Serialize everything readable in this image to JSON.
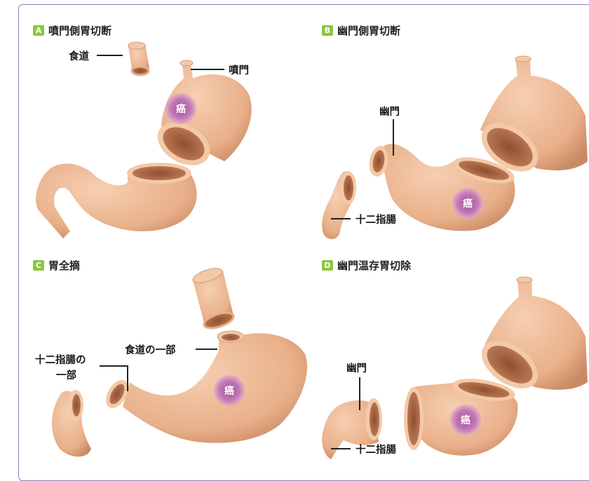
{
  "panels": {
    "A": {
      "badge": "A",
      "title": "噴門側胃切断",
      "labels": {
        "esophagus": "食道",
        "cardia": "噴門"
      },
      "cancer": "癌"
    },
    "B": {
      "badge": "B",
      "title": "幽門側胃切断",
      "labels": {
        "pylorus": "幽門",
        "duodenum": "十二指腸"
      },
      "cancer": "癌"
    },
    "C": {
      "badge": "C",
      "title": "胃全摘",
      "labels": {
        "esophagus_part": "食道の一部",
        "duodenum_part_line1": "十二指腸の",
        "duodenum_part_line2": "一部"
      },
      "cancer": "癌"
    },
    "D": {
      "badge": "D",
      "title": "幽門温存胃切除",
      "labels": {
        "pylorus": "幽門",
        "duodenum": "十二指腸"
      },
      "cancer": "癌"
    }
  },
  "colors": {
    "tissue": "#e9b08a",
    "tissue_dark": "#c98a63",
    "lumen": "#b9754f",
    "cancer": "#b565a5",
    "badge": "#8cc63f",
    "frame": "#8a7fb5"
  }
}
